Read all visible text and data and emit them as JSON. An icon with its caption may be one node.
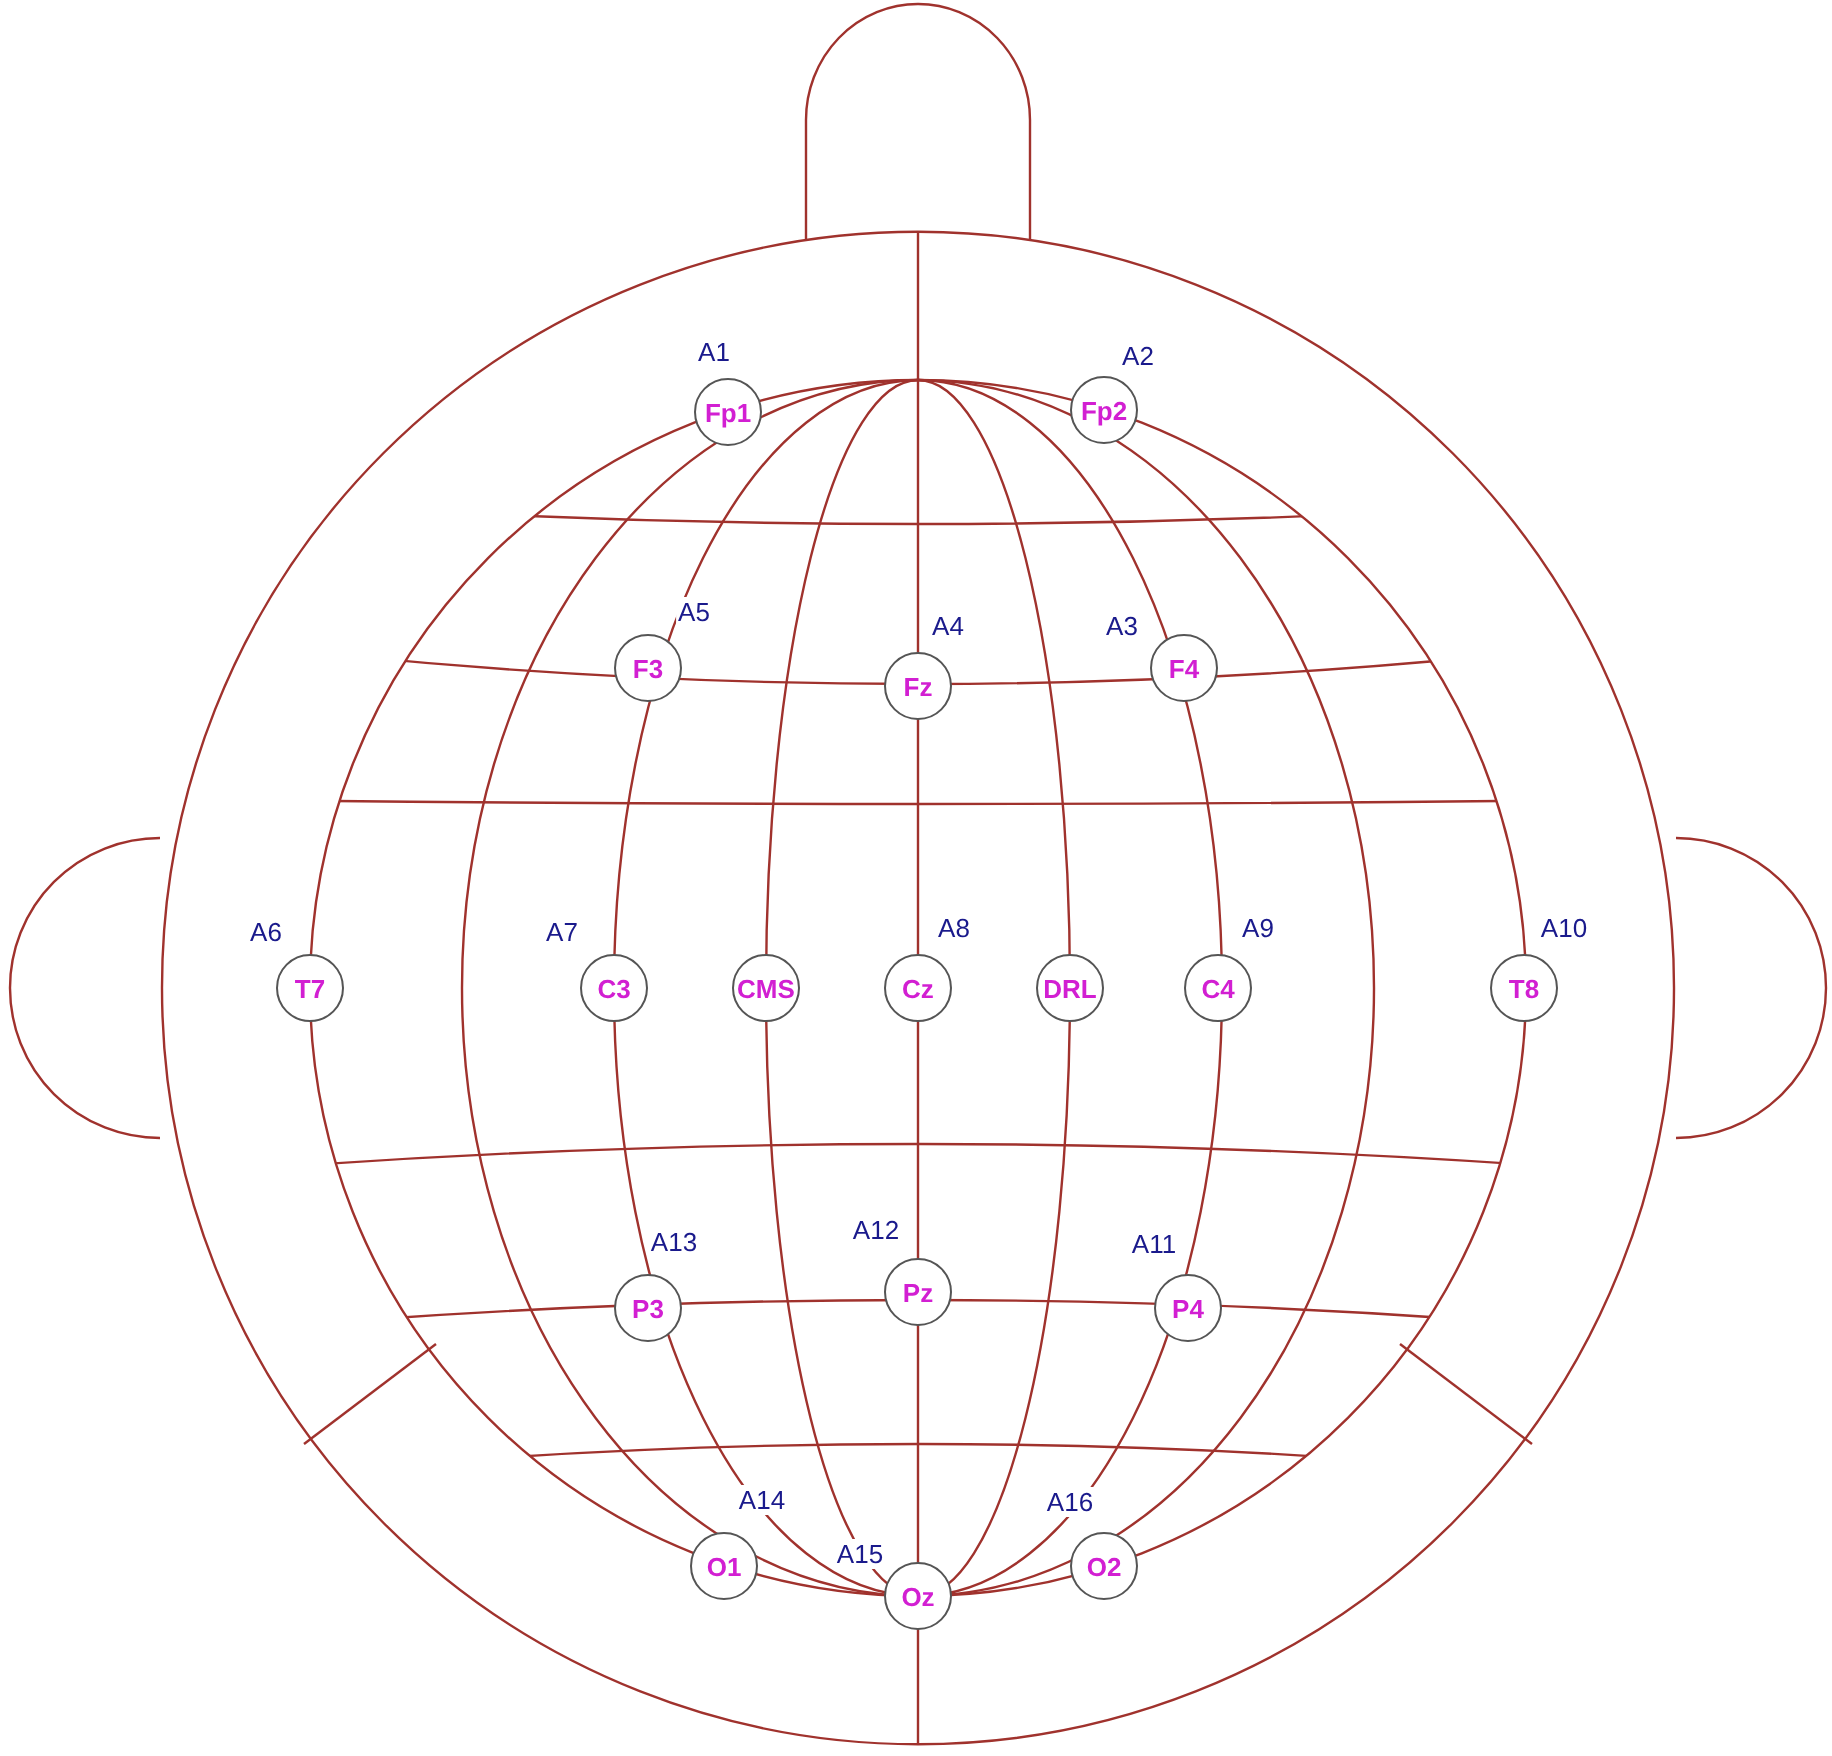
{
  "diagram": {
    "nodes": [
      {
        "text": [
          "Fp1"
        ],
        "beside": [
          "A1"
        ]
      },
      {
        "text": [
          "Fp2"
        ],
        "beside": [
          "A2"
        ]
      },
      {
        "text": [
          "F3"
        ],
        "beside": [
          "A5"
        ]
      },
      {
        "text": [
          "Fz"
        ],
        "beside": [
          "A4"
        ]
      },
      {
        "text": [
          "F4"
        ],
        "beside": [
          "A3"
        ]
      },
      {
        "text": [
          "T7"
        ],
        "beside": [
          "A6"
        ]
      },
      {
        "text": [
          "C3"
        ],
        "beside": [
          "A7"
        ]
      },
      {
        "text": [
          "CMS"
        ]
      },
      {
        "text": [
          "Cz"
        ],
        "beside": [
          "A8"
        ]
      },
      {
        "text": [
          "DRL"
        ]
      },
      {
        "text": [
          "C4"
        ],
        "beside": [
          "A9"
        ]
      },
      {
        "text": [
          "T8"
        ],
        "beside": [
          "A10"
        ]
      },
      {
        "text": [
          "P3"
        ],
        "beside": [
          "A13"
        ]
      },
      {
        "text": [
          "Pz"
        ],
        "beside": [
          "A12"
        ]
      },
      {
        "text": [
          "P4"
        ],
        "beside": [
          "A11"
        ]
      },
      {
        "text": [
          "O1"
        ],
        "beside": [
          "A14"
        ]
      },
      {
        "text": [
          "Oz"
        ],
        "beside": [
          "A15"
        ]
      },
      {
        "text": [
          "O2"
        ],
        "beside": [
          "A16"
        ]
      }
    ]
  }
}
